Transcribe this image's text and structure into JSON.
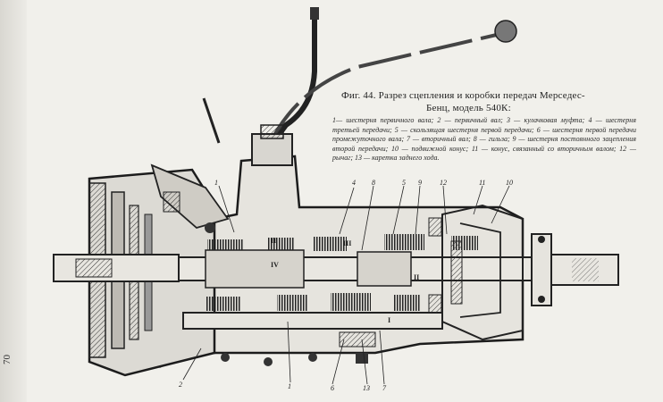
{
  "page_number": "70",
  "figure": {
    "title_line1": "Фиг. 44. Разрез сцепления и коробки передач Мерседес-",
    "title_line2": "Бенц, модель 540К:",
    "legend": "1— шестерня первичного вала; 2 — первичный вал; 3 — кулачковая муфта; 4 — шестерня третьей передачи; 5 — скользящая шестерня первой передачи; 6 — шестерня первой передачи промежуточного вала; 7 — вторичный вал; 8 — гильза; 9 — шестерня постоянного зацепления второй передачи; 10 — подвижной конус; 11 — конус, связанный со вторичным валом; 12 — рычаг; 13 — каретка заднего хода."
  },
  "callouts": {
    "top_1": "1",
    "top_4": "4",
    "top_8": "8",
    "top_5": "5",
    "top_9": "9",
    "top_12": "12",
    "top_11": "11",
    "top_10": "10",
    "bottom_2": "2",
    "bottom_1": "1",
    "bottom_6": "6",
    "bottom_13": "13",
    "bottom_7": "7",
    "roman_II_top": "II",
    "roman_III": "III",
    "roman_IV": "IV",
    "roman_II_mid": "II",
    "roman_I": "I"
  }
}
